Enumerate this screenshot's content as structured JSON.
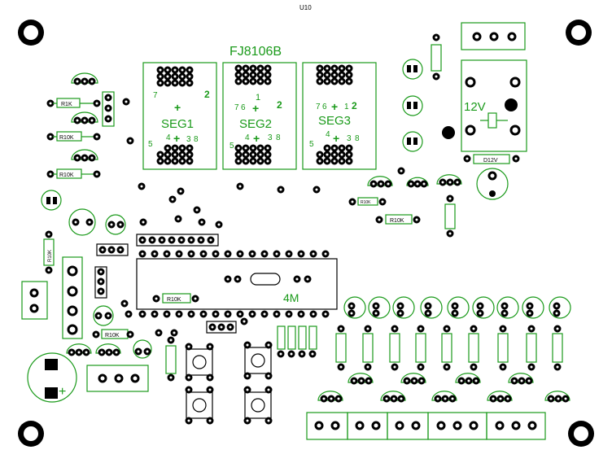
{
  "board": {
    "designator": "U10",
    "chip": "FJ8106B",
    "crystal": "4M",
    "relay_voltage": "12V",
    "diode_label": "D12V",
    "displays": [
      {
        "name": "SEG1",
        "pins": [
          "7",
          "2",
          "5",
          "4",
          "3",
          "8"
        ]
      },
      {
        "name": "SEG2",
        "pins": [
          "1",
          "7",
          "6",
          "2",
          "5",
          "4",
          "3",
          "8"
        ]
      },
      {
        "name": "SEG3",
        "pins": [
          "7",
          "6",
          "1",
          "2",
          "5",
          "4",
          "3",
          "8"
        ]
      }
    ],
    "resistors": {
      "r1k": "R1K",
      "r10k": "R10K",
      "rk_small": "R10K"
    },
    "polarity_plus": "+",
    "side_mark": "+"
  },
  "colors": {
    "silkscreen_green": "#1a9a1a",
    "outline_black": "#000000",
    "background": "#ffffff"
  }
}
